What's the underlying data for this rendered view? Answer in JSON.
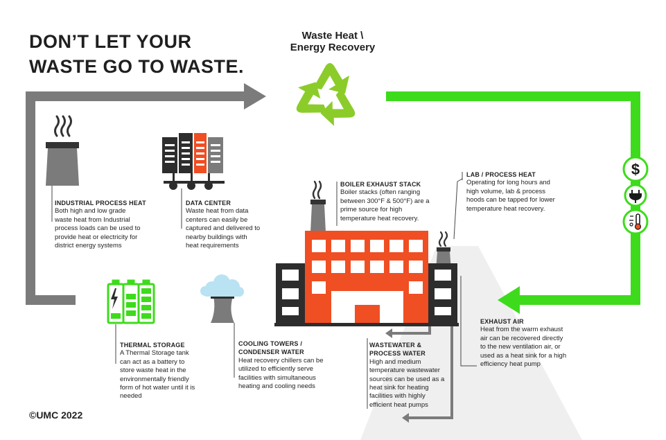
{
  "title": {
    "line1": "DON’T LET YOUR",
    "line2": "WASTE GO TO WASTE."
  },
  "recovery": {
    "line1": "Waste Heat \\",
    "line2": "Energy Recovery"
  },
  "sources": {
    "industrial": {
      "heading": "INDUSTRIAL PROCESS HEAT",
      "body": [
        "Both high and low grade",
        "waste heat from Industrial",
        "process loads can be used to",
        "provide heat or electricity for",
        "district energy systems"
      ]
    },
    "datacenter": {
      "heading": "DATA CENTER",
      "body": [
        "Waste heat from data",
        "centers can easily be",
        "captured and delivered to",
        "nearby buildings with",
        "heat requirements"
      ]
    },
    "boiler": {
      "heading": "BOILER EXHAUST STACK",
      "body": [
        "Boiler stacks (often ranging",
        "between 300°F & 500°F) are a",
        "prime source for high",
        "temperature heat recovery."
      ]
    },
    "lab": {
      "heading": "LAB / PROCESS HEAT",
      "body": [
        "Operating for long hours and",
        "high volume, lab & process",
        "hoods can be tapped for lower",
        "temperature heat recovery."
      ]
    },
    "exhaust": {
      "heading": "EXHAUST AIR",
      "body": [
        "Heat from the warm exhaust",
        "air can be recovered directly",
        "to the new ventilation air, or",
        "used as a heat sink for a high",
        "efficiency heat pump"
      ]
    },
    "thermal": {
      "heading": "THERMAL STORAGE",
      "body": [
        "A Thermal Storage tank",
        "can act as a battery to",
        "store waste heat in the",
        "environmentally friendly",
        "form of hot water until it is",
        "needed"
      ]
    },
    "cooling": {
      "heading": [
        "COOLING TOWERS /",
        "CONDENSER WATER"
      ],
      "body": [
        "Heat recovery chillers can be",
        "utilized to efficiently serve",
        "facilities with simultaneous",
        "heating and cooling needs"
      ]
    },
    "wastewater": {
      "heading": [
        "WASTEWATER &",
        "PROCESS WATER"
      ],
      "body": [
        "High and medium",
        "temperature wastewater",
        "sources can be used as a",
        "heat sink for heating",
        "facilities with highly",
        "efficient heat pumps"
      ]
    }
  },
  "icons": [
    "dollar-icon",
    "plug-icon",
    "thermometer-icon",
    "recycle-icon",
    "factory-chimney-icon",
    "server-rack-icon",
    "battery-icon",
    "cooling-tower-icon",
    "building-icon"
  ],
  "colors": {
    "green": "#3ddb1c",
    "gray": "#7a7a7a",
    "orange": "#f04e23",
    "dark": "#2d2d2d"
  },
  "copyright": "©UMC 2022"
}
